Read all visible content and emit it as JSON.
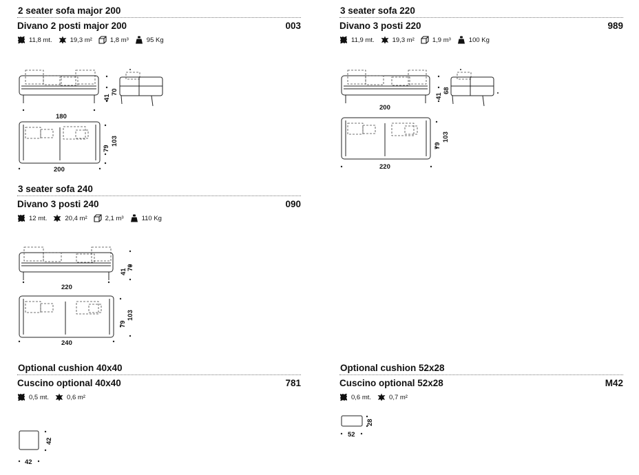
{
  "products": [
    {
      "title_en": "2 seater sofa major 200",
      "title_it": "Divano 2 posti major 200",
      "code": "003",
      "specs": {
        "fabric": "11,8 mt.",
        "leather": "19,3 m²",
        "volume": "1,8 m³",
        "weight": "95 Kg"
      },
      "dims": {
        "front_width": "180",
        "top_width": "200",
        "seat_h": "41",
        "total_h": "70",
        "seat_d": "79",
        "total_d": "103"
      }
    },
    {
      "title_en": "3 seater sofa 220",
      "title_it": "Divano 3 posti 220",
      "code": "989",
      "specs": {
        "fabric": "11,9 mt.",
        "leather": "19,3 m²",
        "volume": "1,9 m³",
        "weight": "100 Kg"
      },
      "dims": {
        "front_width": "200",
        "top_width": "220",
        "seat_h": "41",
        "total_h": "68",
        "seat_d": "79",
        "total_d": "103"
      }
    },
    {
      "title_en": "3 seater sofa 240",
      "title_it": "Divano 3 posti 240",
      "code": "090",
      "specs": {
        "fabric": "12 mt.",
        "leather": "20,4 m²",
        "volume": "2,1 m³",
        "weight": "110 Kg"
      },
      "dims": {
        "front_width": "220",
        "top_width": "240",
        "seat_h": "41",
        "total_h": "70",
        "seat_d": "79",
        "total_d": "103"
      }
    },
    {
      "title_en": "Optional cushion 40x40",
      "title_it": "Cuscino optional 40x40",
      "code": "781",
      "specs": {
        "fabric": "0,5 mt.",
        "leather": "0,6 m²"
      },
      "dims": {
        "width": "42",
        "height": "42"
      }
    },
    {
      "title_en": "Optional cushion 52x28",
      "title_it": "Cuscino optional 52x28",
      "code": "M42",
      "specs": {
        "fabric": "0,6 mt.",
        "leather": "0,7 m²"
      },
      "dims": {
        "width": "52",
        "height": "28"
      }
    }
  ],
  "icons": [
    "fabric-icon",
    "leather-icon",
    "volume-icon",
    "weight-icon"
  ]
}
